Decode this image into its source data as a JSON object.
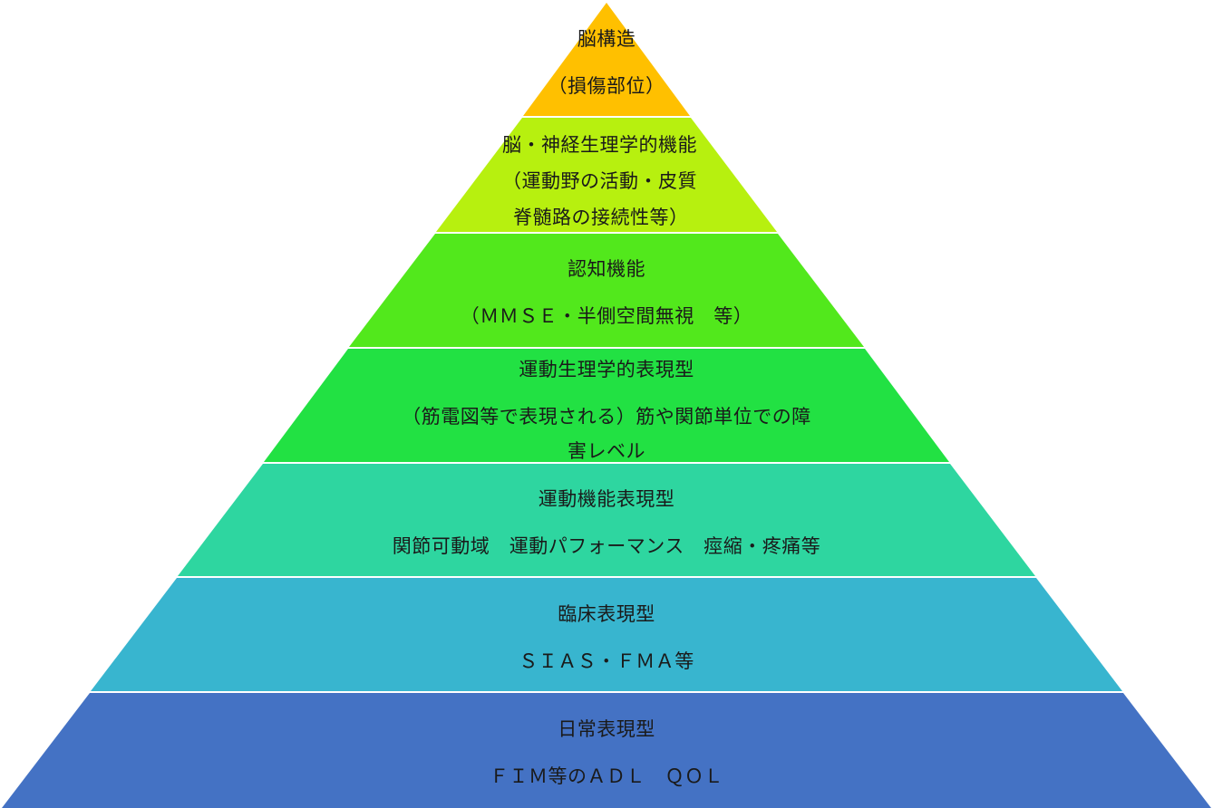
{
  "pyramid": {
    "tiers": [
      {
        "id": "brain-structure",
        "title": "脳構造",
        "lines": [
          "（損傷部位）"
        ],
        "color": "#FFC000"
      },
      {
        "id": "neurophysiology",
        "title": "脳・神経生理学的機能",
        "lines": [
          "（運動野の活動・皮質",
          "脊髄路の接続性等）"
        ],
        "color": "#B7F00F"
      },
      {
        "id": "cognitive",
        "title": "認知機能",
        "lines": [
          "（ＭＭＳＥ・半側空間無視　等）"
        ],
        "color": "#52E81C"
      },
      {
        "id": "motor-physiology",
        "title": "運動生理学的表現型",
        "lines": [
          "（筋電図等で表現される）筋や関節単位での障",
          "害レベル"
        ],
        "color": "#22E143"
      },
      {
        "id": "motor-function",
        "title": "運動機能表現型",
        "lines": [
          "関節可動域　運動パフォーマンス　痙縮・疼痛等"
        ],
        "color": "#2ED6A0"
      },
      {
        "id": "clinical",
        "title": "臨床表現型",
        "lines": [
          "ＳＩＡＳ・ＦＭＡ等"
        ],
        "color": "#38B5CF"
      },
      {
        "id": "daily-life",
        "title": "日常表現型",
        "lines": [
          "ＦＩＭ等のＡＤＬ　ＱＯＬ"
        ],
        "color": "#4472C4"
      }
    ]
  }
}
